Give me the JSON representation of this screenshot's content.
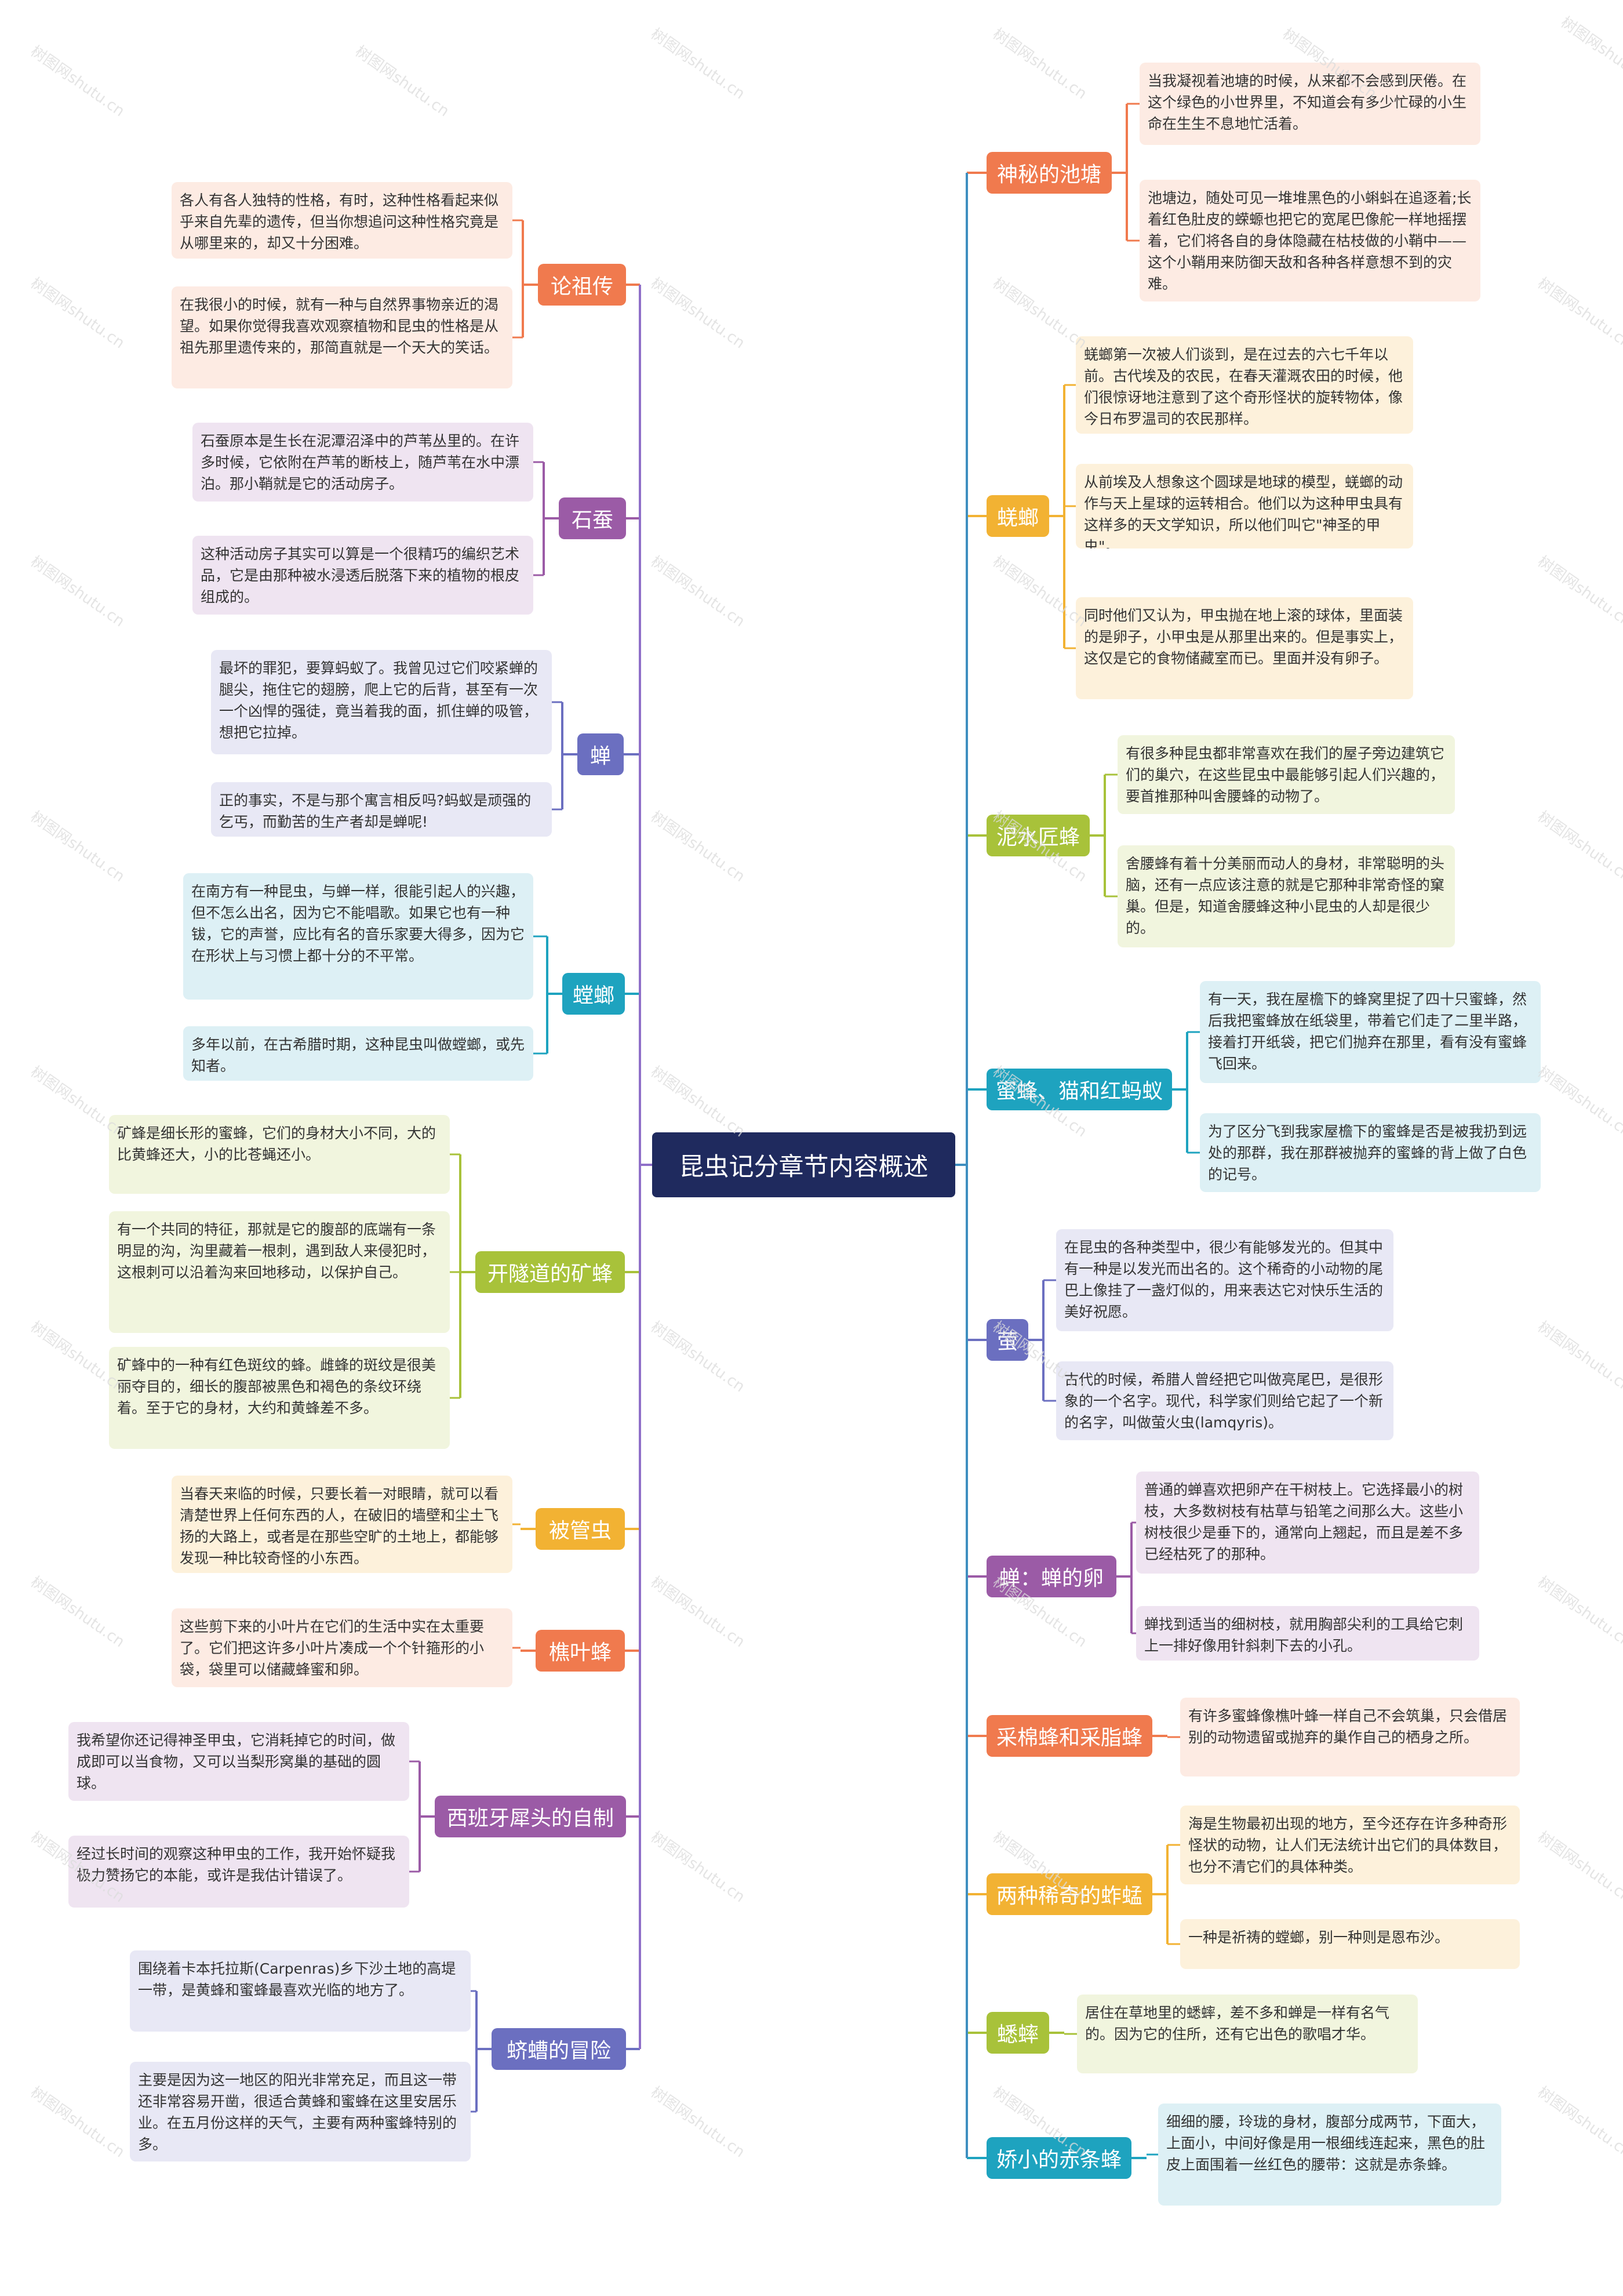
{
  "root": {
    "label": "昆虫记分章节内容概述"
  },
  "watermark": "树图网shutu.cn",
  "branches": [
    {
      "label": "论祖传",
      "color": "#f07a4e",
      "bg": "#fdebe3",
      "leaves": [
        "各人有各人独特的性格，有时，这种性格看起来似乎来自先辈的遗传，但当你想追问这种性格究竟是从哪里来的，却又十分困难。",
        "在我很小的时候，就有一种与自然界事物亲近的渴望。如果你觉得我喜欢观察植物和昆虫的性格是从祖先那里遗传来的，那简直就是一个天大的笑话。"
      ]
    },
    {
      "label": "石蚕",
      "color": "#9b5ba6",
      "bg": "#efe4f1",
      "leaves": [
        "石蚕原本是生长在泥潭沼泽中的芦苇丛里的。在许多时候，它依附在芦苇的断枝上，随芦苇在水中漂泊。那小鞘就是它的活动房子。",
        "这种活动房子其实可以算是一个很精巧的编织艺术品，它是由那种被水浸透后脱落下来的植物的根皮组成的。"
      ]
    },
    {
      "label": "蝉",
      "color": "#6b6fc0",
      "bg": "#e8e8f5",
      "leaves": [
        "最坏的罪犯，要算蚂蚁了。我曾见过它们咬紧蝉的腿尖，拖住它的翅膀，爬上它的后背，甚至有一次一个凶悍的强徒，竟当着我的面，抓住蝉的吸管，想把它拉掉。",
        "正的事实，不是与那个寓言相反吗?蚂蚁是顽强的乞丐，而勤苦的生产者却是蝉呢!"
      ]
    },
    {
      "label": "螳螂",
      "color": "#1ea3bf",
      "bg": "#ddf0f5",
      "leaves": [
        "在南方有一种昆虫，与蝉一样，很能引起人的兴趣，但不怎么出名，因为它不能唱歌。如果它也有一种钹，它的声誉，应比有名的音乐家要大得多，因为它在形状上与习惯上都十分的不平常。",
        "多年以前，在古希腊时期，这种昆虫叫做螳螂，或先知者。"
      ]
    },
    {
      "label": "开隧道的矿蜂",
      "color": "#a8c23a",
      "bg": "#f1f5de",
      "leaves": [
        "矿蜂是细长形的蜜蜂，它们的身材大小不同，大的比黄蜂还大，小的比苍蝇还小。",
        "有一个共同的特征，那就是它的腹部的底端有一条明显的沟，沟里藏着一根刺，遇到敌人来侵犯时，这根刺可以沿着沟来回地移动，以保护自己。",
        "矿蜂中的一种有红色斑纹的蜂。雌蜂的斑纹是很美丽夺目的，细长的腹部被黑色和褐色的条纹环绕着。至于它的身材，大约和黄蜂差不多。"
      ]
    },
    {
      "label": "被管虫",
      "color": "#f2b233",
      "bg": "#fdf1db",
      "leaves": [
        "当春天来临的时候，只要长着一对眼睛，就可以看清楚世界上任何东西的人，在破旧的墙壁和尘土飞扬的大路上，或者是在那些空旷的土地上，都能够发现一种比较奇怪的小东西。"
      ]
    },
    {
      "label": "樵叶蜂",
      "color": "#f07a4e",
      "bg": "#fdebe3",
      "leaves": [
        "这些剪下来的小叶片在它们的生活中实在太重要了。它们把这许多小叶片凑成一个个针箍形的小袋，袋里可以储藏蜂蜜和卵。"
      ]
    },
    {
      "label": "西班牙犀头的自制",
      "color": "#9b5ba6",
      "bg": "#efe4f1",
      "leaves": [
        "我希望你还记得神圣甲虫，它消耗掉它的时间，做成即可以当食物，又可以当梨形窝巢的基础的圆球。",
        "经过长时间的观察这种甲虫的工作，我开始怀疑我极力赞扬它的本能，或许是我估计错误了。"
      ]
    },
    {
      "label": "蛴螬的冒险",
      "color": "#6b6fc0",
      "bg": "#e8e8f5",
      "leaves": [
        "围绕着卡本托拉斯(Carpenras)乡下沙土地的高堤一带，是黄蜂和蜜蜂最喜欢光临的地方了。",
        "主要是因为这一地区的阳光非常充足，而且这一带还非常容易开凿，很适合黄蜂和蜜蜂在这里安居乐业。在五月份这样的天气，主要有两种蜜蜂特别的多。"
      ]
    },
    {
      "label": "神秘的池塘",
      "color": "#f07a4e",
      "bg": "#fdebe3",
      "leaves": [
        "当我凝视着池塘的时候，从来都不会感到厌倦。在这个绿色的小世界里，不知道会有多少忙碌的小生命在生生不息地忙活着。",
        "池塘边，随处可见一堆堆黑色的小蝌蚪在追逐着;长着红色肚皮的蝾螈也把它的宽尾巴像舵一样地摇摆着，它们将各自的身体隐藏在枯枝做的小鞘中——这个小鞘用来防御天敌和各种各样意想不到的灾难。"
      ]
    },
    {
      "label": "蜣螂",
      "color": "#f2b233",
      "bg": "#fdf1db",
      "leaves": [
        "蜣螂第一次被人们谈到，是在过去的六七千年以前。古代埃及的农民，在春天灌溉农田的时候，他们很惊讶地注意到了这个奇形怪状的旋转物体，像今日布罗温司的农民那样。",
        "从前埃及人想象这个圆球是地球的模型，蜣螂的动作与天上星球的运转相合。他们以为这种甲虫具有这样多的天文学知识，所以他们叫它\"神圣的甲虫\"。",
        "同时他们又认为，甲虫抛在地上滚的球体，里面装的是卵子，小甲虫是从那里出来的。但是事实上，这仅是它的食物储藏室而已。里面并没有卵子。"
      ]
    },
    {
      "label": "泥水匠蜂",
      "color": "#a8c23a",
      "bg": "#f1f5de",
      "leaves": [
        "有很多种昆虫都非常喜欢在我们的屋子旁边建筑它们的巢穴，在这些昆虫中最能够引起人们兴趣的，要首推那种叫舍腰蜂的动物了。",
        "舍腰蜂有着十分美丽而动人的身材，非常聪明的头脑，还有一点应该注意的就是它那种非常奇怪的窠巢。但是，知道舍腰蜂这种小昆虫的人却是很少的。"
      ]
    },
    {
      "label": "蜜蜂、猫和红蚂蚁",
      "color": "#1ea3bf",
      "bg": "#ddf0f5",
      "leaves": [
        "有一天，我在屋檐下的蜂窝里捉了四十只蜜蜂，然后我把蜜蜂放在纸袋里，带着它们走了二里半路，接着打开纸袋，把它们抛弃在那里，看有没有蜜蜂飞回来。",
        "为了区分飞到我家屋檐下的蜜蜂是否是被我扔到远处的那群，我在那群被抛弃的蜜蜂的背上做了白色的记号。"
      ]
    },
    {
      "label": "萤",
      "color": "#6b6fc0",
      "bg": "#e8e8f5",
      "leaves": [
        "在昆虫的各种类型中，很少有能够发光的。但其中有一种是以发光而出名的。这个稀奇的小动物的尾巴上像挂了一盏灯似的，用来表达它对快乐生活的美好祝愿。",
        "古代的时候，希腊人曾经把它叫做亮尾巴，是很形象的一个名字。现代，科学家们则给它起了一个新的名字，叫做萤火虫(lamqyris)。"
      ]
    },
    {
      "label": "蝉：蝉的卵",
      "color": "#9b5ba6",
      "bg": "#efe4f1",
      "leaves": [
        "普通的蝉喜欢把卵产在干树枝上。它选择最小的树枝，大多数树枝有枯草与铅笔之间那么大。这些小树枝很少是垂下的，通常向上翘起，而且是差不多已经枯死了的那种。",
        "蝉找到适当的细树枝，就用胸部尖利的工具给它刺上一排好像用针斜刺下去的小孔。"
      ]
    },
    {
      "label": "采棉蜂和采脂蜂",
      "color": "#f07a4e",
      "bg": "#fdebe3",
      "leaves": [
        "有许多蜜蜂像樵叶蜂一样自己不会筑巢，只会借居别的动物遗留或抛弃的巢作自己的栖身之所。"
      ]
    },
    {
      "label": "两种稀奇的蚱蜢",
      "color": "#f2b233",
      "bg": "#fdf1db",
      "leaves": [
        "海是生物最初出现的地方，至今还存在许多种奇形怪状的动物，让人们无法统计出它们的具体数目，也分不清它们的具体种类。",
        "一种是祈祷的螳螂，别一种则是恩布沙。"
      ]
    },
    {
      "label": "蟋蟀",
      "color": "#a8c23a",
      "bg": "#f1f5de",
      "leaves": [
        "居住在草地里的蟋蟀，差不多和蝉是一样有名气的。因为它的住所，还有它出色的歌唱才华。"
      ]
    },
    {
      "label": "娇小的赤条蜂",
      "color": "#1ea3bf",
      "bg": "#ddf0f5",
      "leaves": [
        "细细的腰，玲珑的身材，腹部分成两节，下面大，上面小，中间好像是用一根细线连起来，黑色的肚皮上面围着一丝红色的腰带：这就是赤条蜂。"
      ]
    }
  ]
}
